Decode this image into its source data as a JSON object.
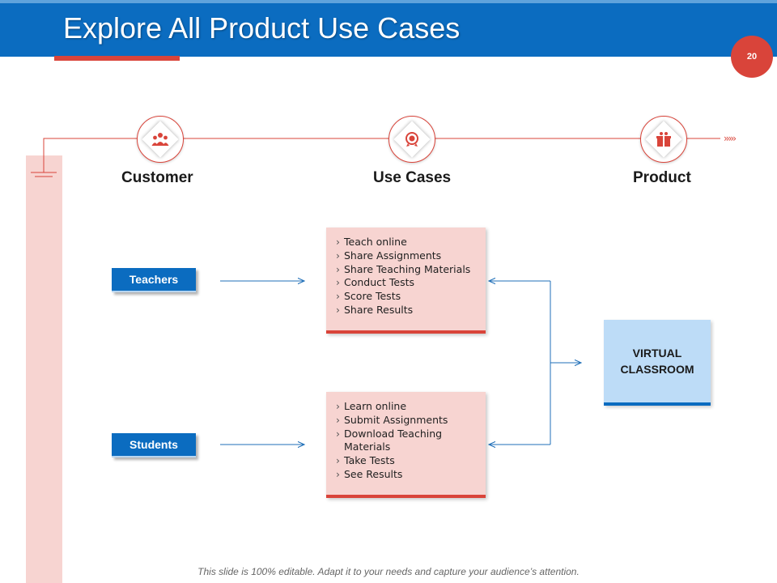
{
  "slide": {
    "title": "Explore All Product Use Cases",
    "page_number": "20",
    "footer": "This slide is 100% editable. Adapt it to your needs and capture your audience’s attention."
  },
  "columns": {
    "customer": "Customer",
    "use_cases": "Use Cases",
    "product": "Product"
  },
  "icons": {
    "customer": "users-group-icon",
    "use_cases": "target-badge-icon",
    "product": "gift-box-icon"
  },
  "customers": [
    {
      "label": "Teachers"
    },
    {
      "label": "Students"
    }
  ],
  "use_cases": [
    {
      "items": [
        "Teach online",
        "Share Assignments",
        "Share Teaching Materials",
        "Conduct Tests",
        "Score Tests",
        "Share Results"
      ]
    },
    {
      "items": [
        "Learn online",
        "Submit Assignments",
        "Download Teaching Materials",
        "Take Tests",
        "See Results"
      ]
    }
  ],
  "product": {
    "label": "VIRTUAL CLASSROOM"
  },
  "colors": {
    "header_blue": "#0b6cc0",
    "accent_red": "#d9443a",
    "pink_fill": "#f7d4d1",
    "light_blue_fill": "#bddcf7",
    "arrow_blue": "#1f6fb8"
  }
}
